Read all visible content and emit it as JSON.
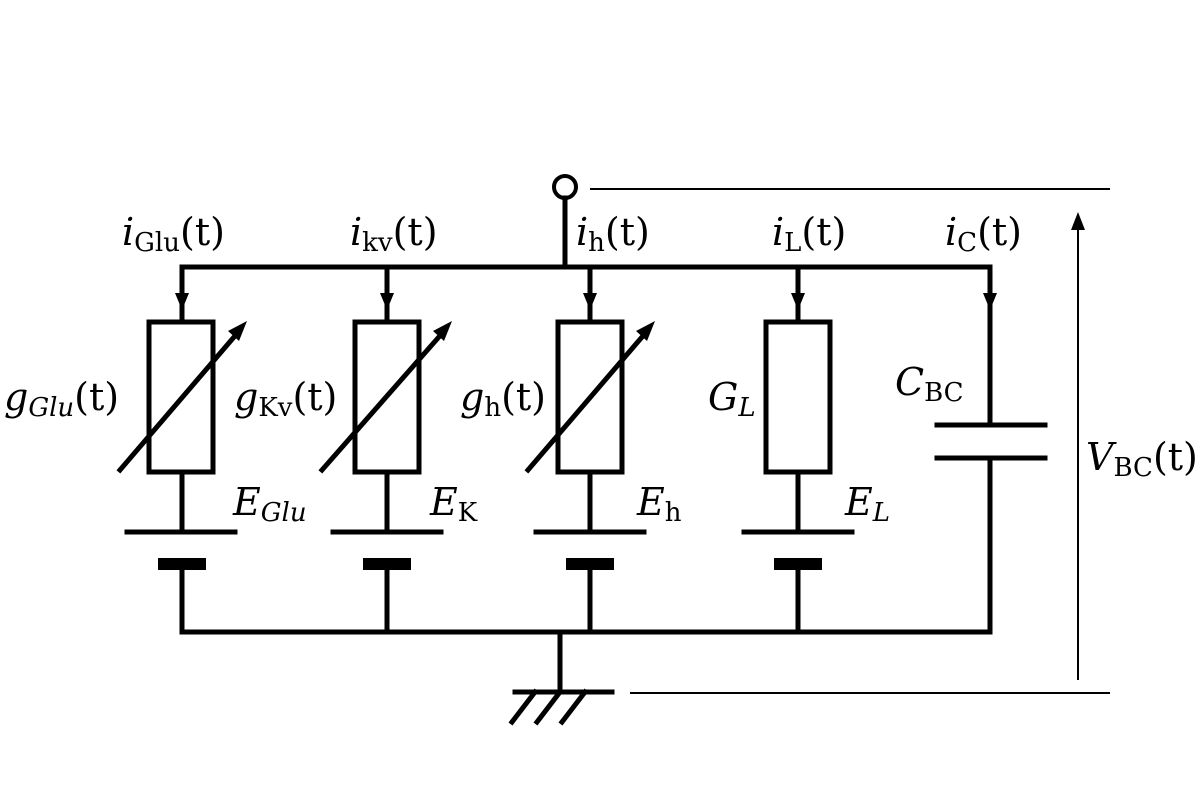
{
  "branches": [
    {
      "current": {
        "sym": "i",
        "sub": "Glu",
        "suffix": "(t)"
      },
      "conductance": {
        "sym": "g",
        "sub": "Glu",
        "suffix": "(t)"
      },
      "reversal": {
        "sym": "E",
        "sub": "Glu"
      }
    },
    {
      "current": {
        "sym": "i",
        "sub": "kv",
        "suffix": "(t)"
      },
      "conductance": {
        "sym": "g",
        "sub": "Kv",
        "suffix": "(t)"
      },
      "reversal": {
        "sym": "E",
        "sub": "K"
      }
    },
    {
      "current": {
        "sym": "i",
        "sub": "h",
        "suffix": "(t)"
      },
      "conductance": {
        "sym": "g",
        "sub": "h",
        "suffix": "(t)"
      },
      "reversal": {
        "sym": "E",
        "sub": "h"
      }
    },
    {
      "current": {
        "sym": "i",
        "sub": "L",
        "suffix": "(t)"
      },
      "conductance": {
        "sym": "G",
        "sub": "L",
        "suffix": ""
      },
      "reversal": {
        "sym": "E",
        "sub": "L"
      }
    }
  ],
  "capacitor_branch": {
    "current": {
      "sym": "i",
      "sub": "C",
      "suffix": "(t)"
    },
    "capacitance": {
      "sym": "C",
      "sub": "BC"
    }
  },
  "voltage": {
    "sym": "V",
    "sub": "BC",
    "suffix": "(t)"
  }
}
